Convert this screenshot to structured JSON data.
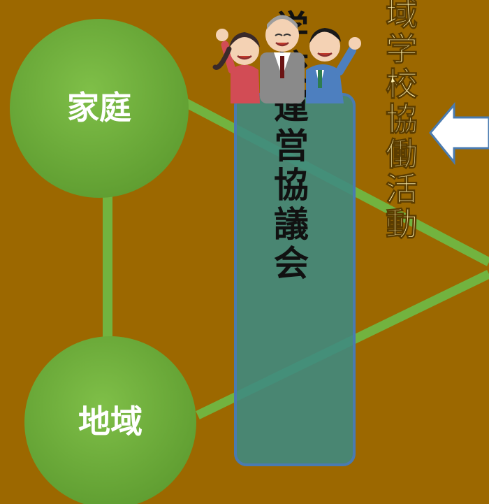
{
  "nodes": {
    "home": "家庭",
    "community": "地域",
    "council": "学校運営協議会",
    "collaboration": "地域学校協働活動"
  },
  "colors": {
    "background": "#9c6800",
    "node_fill": "#72b33f",
    "connector": "#72b33f",
    "council_fill": "#3d8a82",
    "council_border": "#4a7bb0",
    "vertical_text": "#fff2b0",
    "arrow_fill": "#ffffff",
    "arrow_border": "#4a7bb0"
  },
  "icons": {
    "people": "three-cheering-people-icon",
    "arrow": "double-arrow-icon"
  }
}
